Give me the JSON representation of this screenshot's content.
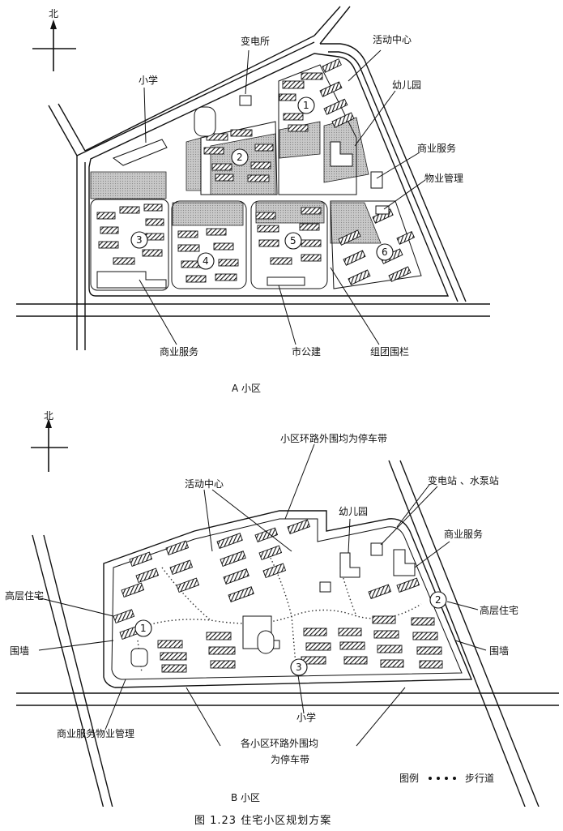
{
  "figure": {
    "caption": "图 1.23   住宅小区规划方案"
  },
  "plan_a": {
    "caption": "A 小区",
    "north": "北",
    "labels": {
      "substation": "变电所",
      "activity_center": "活动中心",
      "kindergarten": "幼儿园",
      "primary_school": "小学",
      "commercial_service_ne": "商业服务",
      "property_management": "物业管理",
      "commercial_service_s": "商业服务",
      "public_building": "市公建",
      "cluster_fence": "组团围栏"
    },
    "clusters": [
      "1",
      "2",
      "3",
      "4",
      "5",
      "6"
    ]
  },
  "plan_b": {
    "caption": "B 小区",
    "north": "北",
    "labels": {
      "parking_north": "小区环路外围均为停车带",
      "substation_pump": "变电站 、水泵站",
      "activity_center": "活动中心",
      "kindergarten": "幼儿园",
      "commercial_service": "商业服务",
      "highrise_west": "高层住宅",
      "highrise_east": "高层住宅",
      "wall_west": "围墙",
      "wall_east": "围墙",
      "primary_school": "小学",
      "commercial_property": "商业服务物业管理",
      "parking_south_1": "各小区环路外围均",
      "parking_south_2": "为停车带"
    },
    "clusters": [
      "1",
      "2",
      "3"
    ],
    "legend": {
      "title": "图例",
      "item": "步行道"
    }
  }
}
